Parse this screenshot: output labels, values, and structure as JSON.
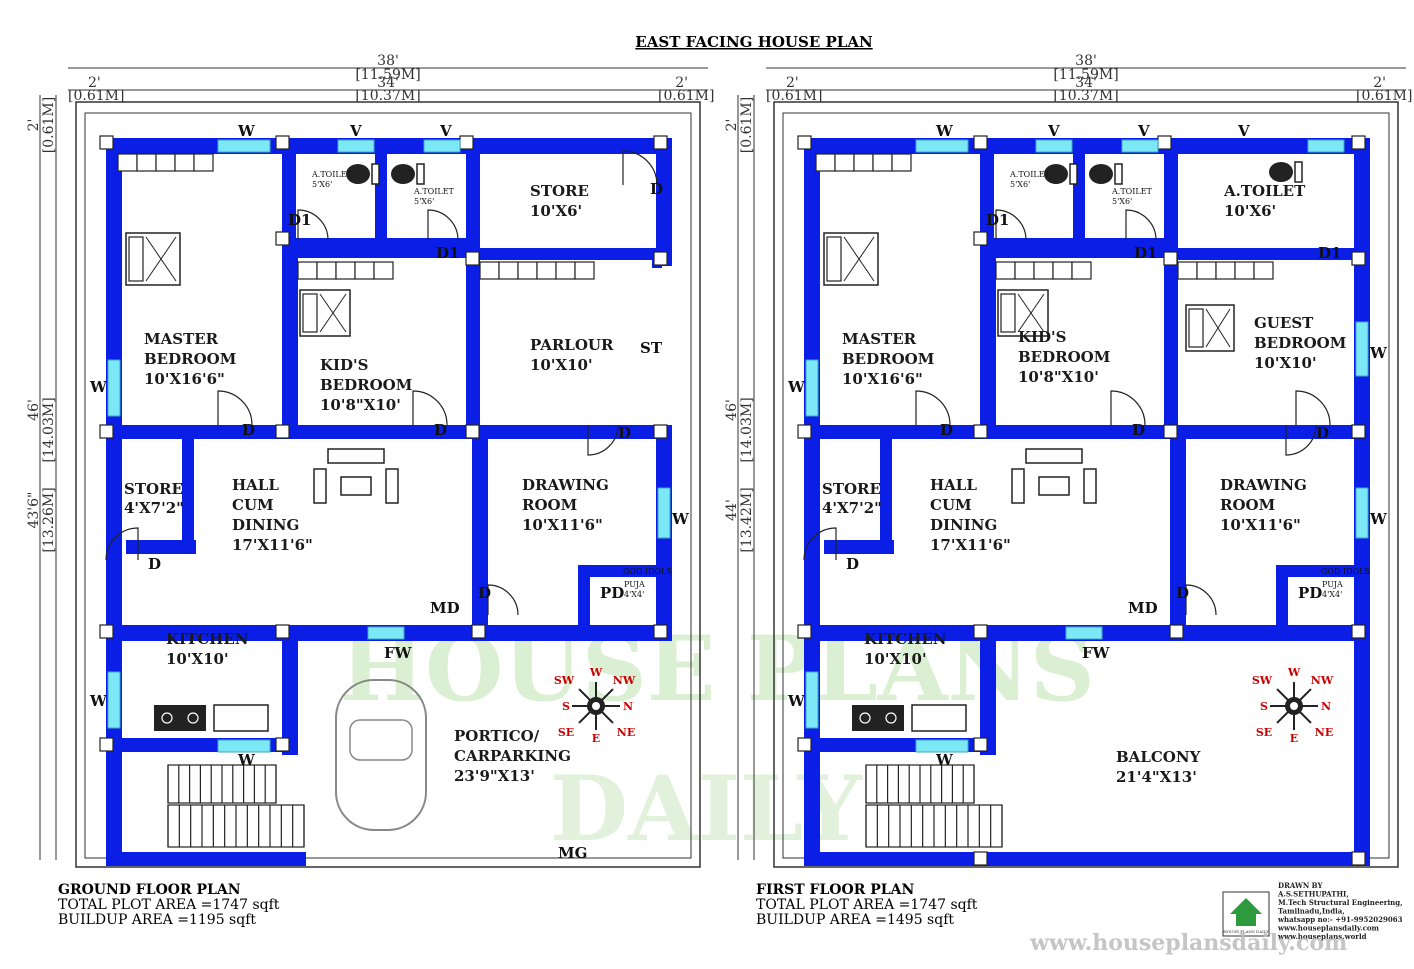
{
  "title": "EAST FACING HOUSE PLAN",
  "colors": {
    "wall": "#0a1ee6",
    "window": "#7de8f5",
    "watermark": "#bfe2b0",
    "dim": "#333333"
  },
  "dimensions": {
    "width_total": "38'",
    "width_total_m": "[11.59M]",
    "w_left": "2'",
    "w_left_m": "[0.61M]",
    "w_mid": "34'",
    "w_mid_m": "[10.37M]",
    "w_right": "2'",
    "w_right_m": "[0.61M]",
    "v_top": "2'",
    "v_top_m": "[0.61M]",
    "v_total": "46'",
    "v_total_m": "[14.03M]",
    "v_ground_inner": "43'6\"",
    "v_ground_inner_m": "[13.26M]",
    "v_first_inner": "44'",
    "v_first_inner_m": "[13.42M]"
  },
  "ground": {
    "rooms": {
      "master_bedroom": [
        "MASTER",
        "BEDROOM",
        "10'X16'6\""
      ],
      "kids_bedroom": [
        "KID'S",
        "BEDROOM",
        "10'8\"X10'"
      ],
      "store_top": [
        "STORE",
        "10'X6'"
      ],
      "parlour": [
        "PARLOUR",
        "10'X10'"
      ],
      "hall": [
        "HALL",
        "CUM",
        "DINING",
        "17'X11'6\""
      ],
      "store_small": [
        "STORE",
        "4'X7'2\""
      ],
      "drawing": [
        "DRAWING",
        "ROOM",
        "10'X11'6\""
      ],
      "kitchen": [
        "KITCHEN",
        "10'X10'"
      ],
      "portico": [
        "PORTICO/",
        "CARPARKING",
        "23'9\"X13'"
      ],
      "toilet1": [
        "A.TOILET",
        "5'X6'"
      ],
      "toilet2": [
        "A.TOILET",
        "5'X6'"
      ],
      "puja": [
        "PUJA",
        "4'X4'"
      ],
      "god_idols": "GOD IDOLS"
    },
    "marks": {
      "w": "W",
      "v": "V",
      "d": "D",
      "d1": "D1",
      "st": "ST",
      "md": "MD",
      "fw": "FW",
      "pd": "PD",
      "mg": "MG"
    },
    "footer": {
      "name": "GROUND FLOOR PLAN",
      "plot": "TOTAL PLOT AREA =1747 sqft",
      "build": "BUILDUP AREA =1195 sqft"
    }
  },
  "first": {
    "rooms": {
      "master_bedroom": [
        "MASTER",
        "BEDROOM",
        "10'X16'6\""
      ],
      "kids_bedroom": [
        "KID'S",
        "BEDROOM",
        "10'8\"X10'"
      ],
      "guest_bedroom": [
        "GUEST",
        "BEDROOM",
        "10'X10'"
      ],
      "toilet_big": [
        "A.TOILET",
        "10'X6'"
      ],
      "hall": [
        "HALL",
        "CUM",
        "DINING",
        "17'X11'6\""
      ],
      "store_small": [
        "STORE",
        "4'X7'2\""
      ],
      "drawing": [
        "DRAWING",
        "ROOM",
        "10'X11'6\""
      ],
      "kitchen": [
        "KITCHEN",
        "10'X10'"
      ],
      "balcony": [
        "BALCONY",
        "21'4\"X13'"
      ],
      "toilet1": [
        "A.TOILET",
        "5'X6'"
      ],
      "toilet2": [
        "A.TOILET",
        "5'X6'"
      ],
      "puja": [
        "PUJA",
        "4'X4'"
      ],
      "god_idols": "GOD IDOLS"
    },
    "marks": {
      "w": "W",
      "v": "V",
      "d": "D",
      "d1": "D1",
      "md": "MD",
      "fw": "FW",
      "pd": "PD"
    },
    "footer": {
      "name": "FIRST FLOOR PLAN",
      "plot": "TOTAL PLOT AREA =1747 sqft",
      "build": "BUILDUP AREA =1495 sqft"
    }
  },
  "compass": {
    "n": "N",
    "s": "S",
    "e": "E",
    "w": "W",
    "ne": "NE",
    "nw": "NW",
    "se": "SE",
    "sw": "SW"
  },
  "watermark": {
    "line1": "HOUSE PLANS",
    "line2": "DAILY"
  },
  "credits": {
    "logo_text": "HOUSE PLANS DAILY",
    "drawn_by": "DRAWN BY",
    "name": "A.S.SETHUPATHI,",
    "degree": "M.Tech Structural Engineering,",
    "place": "Tamilnadu,India,",
    "phone": "whatsapp no:- +91-9952029063",
    "site1": "www.houseplansdaily.com",
    "site2": "www.houseplans.world"
  },
  "website": "www.houseplansdaily.com"
}
